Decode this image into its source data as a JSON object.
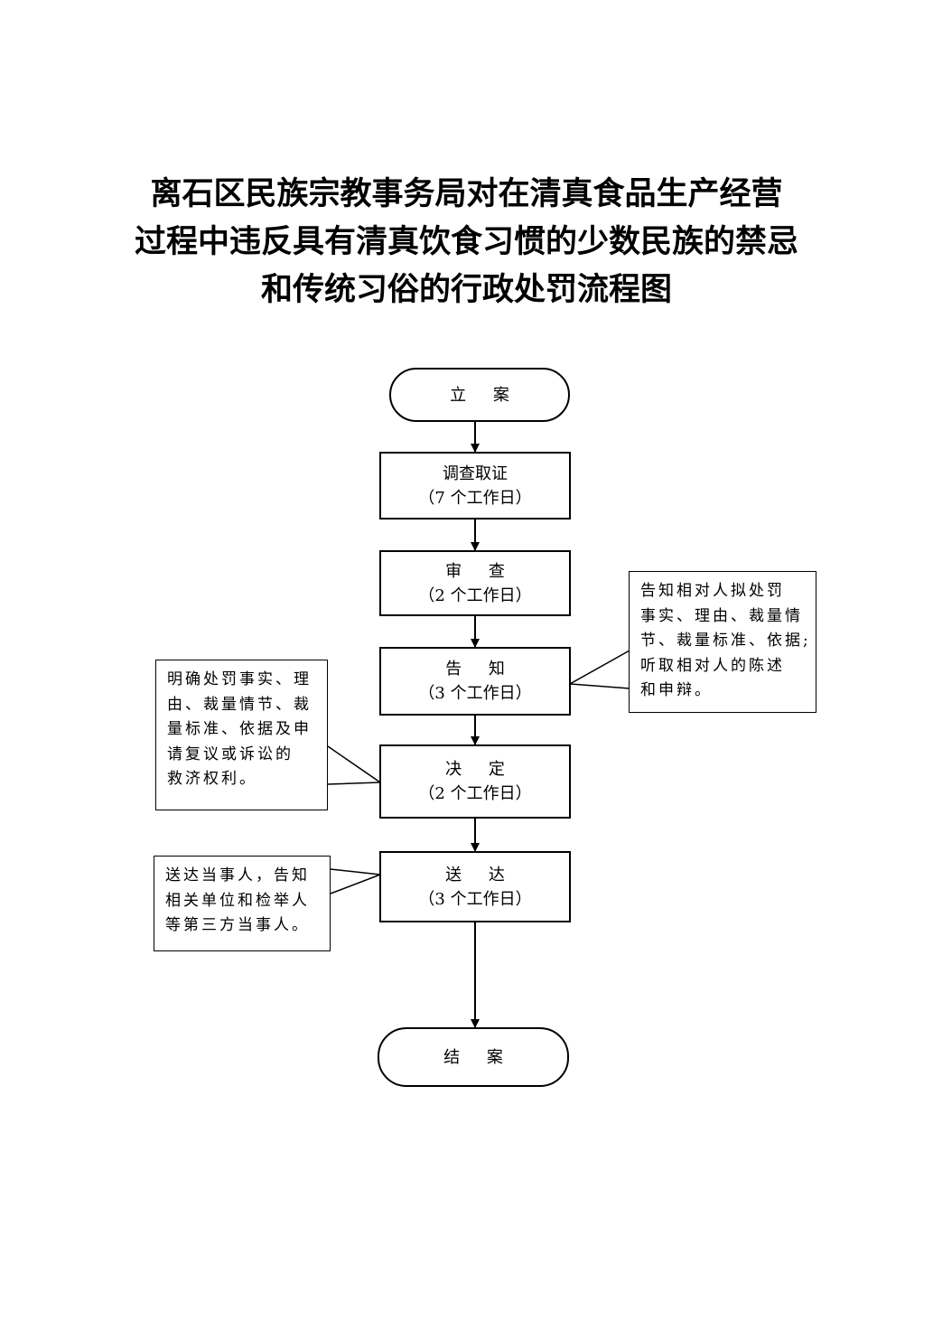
{
  "title": {
    "line1": "离石区民族宗教事务局对在清真食品生产经营",
    "line2": "过程中违反具有清真饮食习惯的少数民族的禁忌",
    "line3": "和传统习俗的行政处罚流程图"
  },
  "steps": {
    "start": "立 案",
    "investigate": {
      "label": "调查取证",
      "days": "（7 个工作日）"
    },
    "review": {
      "label": "审 查",
      "days": "（2 个工作日）"
    },
    "notify": {
      "label": "告 知",
      "days": "（3 个工作日）"
    },
    "decide": {
      "label": "决 定",
      "days": "（2 个工作日）"
    },
    "deliver": {
      "label": "送 达",
      "days": "（3 个工作日）"
    },
    "end": "结 案"
  },
  "notes": {
    "notify_right": [
      "告知相对人拟处罚",
      "事实、理由、裁量情",
      "节、裁量标准、依据;",
      "听取相对人的陈述",
      "和申辩。"
    ],
    "decide_left": [
      "明确处罚事实、理",
      "由、裁量情节、裁",
      "量标准、依据及申",
      "请复议或诉讼的",
      "救济权利。"
    ],
    "deliver_left": [
      "送达当事人，告知",
      "相关单位和检举人",
      "等第三方当事人。"
    ]
  }
}
